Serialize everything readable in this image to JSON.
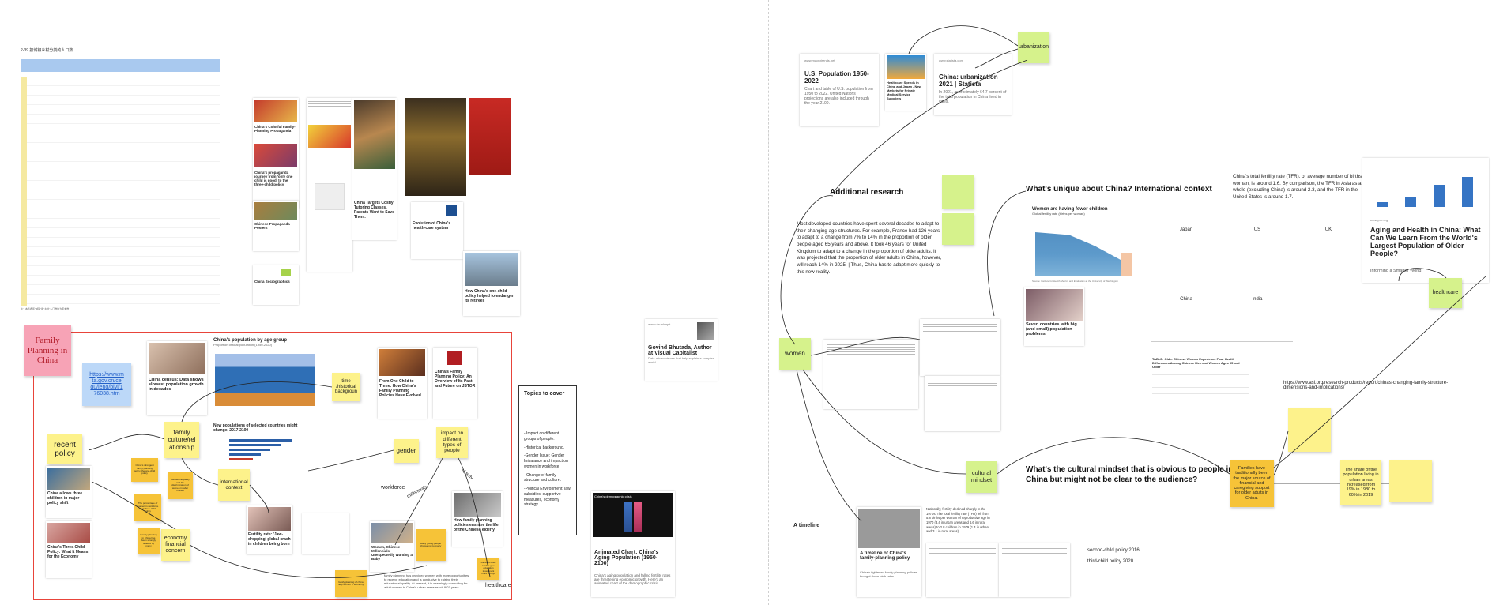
{
  "divider": {
    "color": "#cfcfcf"
  },
  "left_board": {
    "table_title": "2-39  按城镇乡村分类的人口数",
    "table_note": "注：本表各年\"城镇\"和\"乡村\"人口数均为年末数",
    "family_planning_title": "Family Planning in China",
    "link_note": "https://www.m ta.gov.cn/ce gu/ieng/bjyl/1 76038.htm",
    "sticky_recent_policy": "recent policy",
    "sticky_family_culture": "family culture/rel ationship",
    "sticky_time_background": "time /historical backgroun",
    "sticky_gender": "gender",
    "sticky_impact": "impact on different types of people",
    "sticky_international": "international context",
    "sticky_economy": "economy financial concern",
    "label_workforce": "workforce",
    "label_healthcare": "healthcare",
    "label_millennials": "millennials",
    "label_elderly": "elderly",
    "chart_title": "China's population by age group",
    "chart_subtitle": "Proportion of total population (1950-2020)",
    "bar_title": "New populations of selected countries might change, 2017-2100",
    "workforce_note": "family planning has provided women with more opportunities to receive education and is conducive to raising their educational quality. At present, it is seemingly controlling for adult women in China's urban areas reach 9.07 years.",
    "cards": {
      "colorful_title": "China's Colorful Family-Planning Propaganda",
      "propaganda_title": "China's propaganda journey from 'only one child is good' to the three-child policy",
      "posters_title": "Chinese Propaganda Posters",
      "infographic_title": "China Sociographics",
      "costly_title": "China Targets Costly Tutoring Classes. Parents Want to Save Them.",
      "health_title": "Evolution of China's health-care system",
      "onechild_title": "How China's one-child policy helped to endanger its retirees",
      "census_title": "China census: Data shows slowest population growth in decades",
      "threechild_title": "From One Child to Three: How China's Family Planning Policies Have Evolved",
      "overview_title": "China's Family Planning Policy: An Overview of Its Past and Future on JSTOR",
      "allows_title": "China allows three children in major policy shift",
      "threechild2_title": "China's Three-Child Policy: What It Means for the Economy",
      "fertility_title": "Fertility rate: 'Jaw-dropping' global crash in children being born",
      "women_title": "Women, Chinese Millennials Unexpectedly Wanting a Baby",
      "elderly_title": "How family planning policies ensnare the life of the Chinese elderly"
    },
    "stickies_small": [
      "China's strongest family planning policy, the one-child policy",
      "Gender inequality and the discrimination of women in labor market",
      "The percentage of women in workforce and 'three-child' policy",
      "Family planning in China has been strongly disliked by many",
      "Many young people choose not to marry",
      "family planning of china help women in economy",
      "Families often tend to give education investment more to boys"
    ]
  },
  "govind_card": {
    "tag": "www.visualcapit...",
    "title": "Govind Bhutada, Author at Visual Capitalist",
    "desc": "Data-driven visuals that help explain a complex world"
  },
  "topics": {
    "heading": "Topics to cover",
    "items": [
      "- Impact on different groups of people.",
      "-Historical background.",
      "-Gender Issue: Gender Imbalance and impact on women in workforce",
      "- Change of family structure and culture.",
      "-Political Environment: law, subsidies, supportive measures, economy strategy"
    ]
  },
  "animated_card": {
    "title": "Animated Chart: China's Aging Population (1950-2100)",
    "desc": "China's aging population and falling fertility rates are threatening economic growth. Here's an animated chart of the demographic crisis.",
    "img_title": "China's demographic crisis"
  },
  "right_board": {
    "us_pop": {
      "tag": "www.macrotrends.net",
      "title": "U.S. Population 1950-2022",
      "desc": "Chart and table of U.S. population from 1950 to 2022. United Nations projections are also included through the year 2100."
    },
    "healthcare_img_caption": "Healthcare Spends in China and Japan - New Markets for Private Medical Service Suppliers",
    "statista": {
      "tag": "www.statista.com",
      "title": "China: urbanization 2021 | Statista",
      "desc": "In 2021, approximately 64.7 percent of the total population in China lived in cities."
    },
    "urbanization": "urbanization",
    "additional_research": "Additional research",
    "research_para": "Most developed countries have spent several decades to adapt to their changing age structures. For example, France had 126 years to adapt to a change from 7% to 14% in the proportion of older people aged 65 years and above. It took 46 years for United Kingdom to adapt to a change in the proportion of older adults. It was projected that the proportion of older adults in China, however, will reach 14% in 2025. | Thus, China has to adapt more quickly to this new reality.",
    "unique_heading": "What's unique about China? International context",
    "fewer_children_title": "Women are having fewer children",
    "fewer_children_sub": "Global fertility rate (births per woman)",
    "tfr_para": "China's total fertility rate (TFR), or average number of births per woman, is around 1.6. By comparison, the TFR in Asia as a whole (excluding China) is around 2.3, and the TFR in the United States is around 1.7.",
    "country_labels": [
      "Japan",
      "US",
      "UK",
      "China",
      "India"
    ],
    "seven_countries": "Seven countries with big (and small) population problems",
    "women": "women",
    "cultural_heading": "What's the cultural mindset that is obvious to people in China but might not be clear to the audience?",
    "cultural_mindset": "cultural mindset",
    "families_sticky": "Families have traditionally been the major source of financial and caregiving support for older adults in China.",
    "share_sticky": "The share of the population living in urban areas increased from 19% in 1980 to 60% in 2019",
    "aging_card": {
      "tag": "www.prb.org",
      "title": "Aging and Health in China: What Can We Learn From the World's Largest Population of Older People?",
      "desc": "Informing a Smarter World"
    },
    "healthcare": "healthcare",
    "asia_link": "https://www.asi.org/research-products/report/chinas-changing-family-structure-dimensions-and-implications/",
    "timeline_label": "A timeline",
    "ap_card": {
      "title": "A timeline of China's family-planning policy",
      "desc": "China's tightened family planning policies brought down birth rates."
    },
    "ap_para": "Nationally, fertility declined sharply in the 1970s. The total fertility rate (TFR) fell from 5.8 births per woman of reproductive age in 1970 (3.4 in urban areas and 6.6 in rural areas) to 2.8 children in 1979 (1.4 in urban and 3.1 in rural areas).",
    "second_child": "second-child policy 2016",
    "third_child": "third-child policy 2020",
    "fewer_children_src": "Source: Institute for Health Metrics and Evaluation at the University of Washington",
    "table_caption": "TABLE: Older Chinese Women Experience Poor Health Differences Among Chinese Men and Women Ages 65 and Older",
    "aging_bars": [
      8,
      14,
      30,
      40
    ]
  }
}
